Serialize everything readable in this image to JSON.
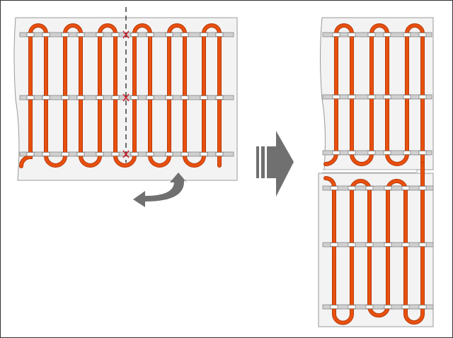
{
  "colors": {
    "pipe": "#e8500f",
    "pipe_dark": "#b83a08",
    "mat": "#f3f3f3",
    "mat_border": "#999999",
    "rail": "#d0d0d0",
    "cut_mark": "#d0202a",
    "arrow": "#707070"
  },
  "diagram": {
    "left_mat_rails": 3,
    "left_mat_loops": 6,
    "cut_marks": 3,
    "right_upper_rails": 3,
    "right_lower_rails": 3
  }
}
